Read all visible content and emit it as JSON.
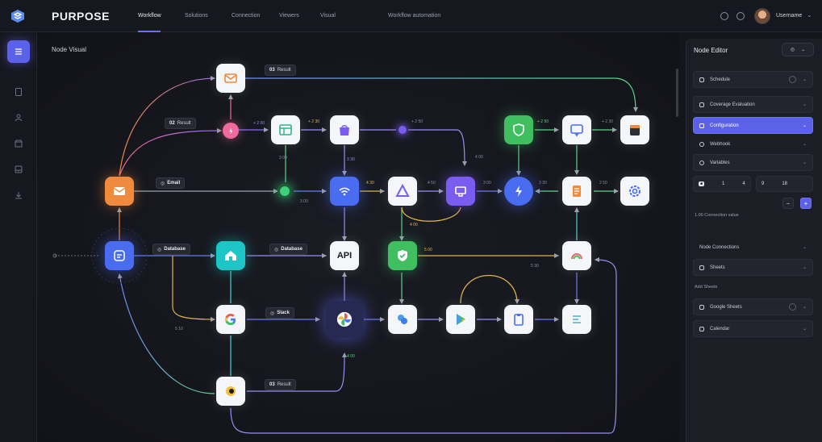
{
  "app": {
    "brand": "PURPOSE",
    "nav": [
      "Workflow",
      "Solutions",
      "Connection",
      "Viewers",
      "Visual",
      "Workflow automation"
    ],
    "user_name": "Username"
  },
  "canvas": {
    "title": "Node Visual",
    "pills": {
      "top_email": "Result",
      "top_email_prefix": "03",
      "trigger": "Result",
      "trigger_prefix": "02",
      "email": "Email",
      "database_left": "Database",
      "database_right": "Database",
      "slack": "Slack",
      "bottom": "Result",
      "bottom_prefix": "03"
    },
    "api_label": "API",
    "edge_labels": {
      "l1": "+ 2 00",
      "l2": "+ 2 30",
      "l3": "+ 2 50",
      "l4": "+ 2 50",
      "l5": "+ 2 30",
      "l6": "3 00",
      "l7": "3 30",
      "l8": "4 00",
      "l9": "3 00",
      "l10": "4 30",
      "l11": "4 50",
      "l12": "3 00",
      "l13": "3 30",
      "l14": "2 50",
      "l15": "4 00",
      "l16": "5 00",
      "l17": "5 30",
      "l18": "5 10",
      "l19": "4 00"
    }
  },
  "panel": {
    "title": "Node Editor",
    "rows": [
      {
        "label": "Schedule"
      },
      {
        "label": "Coverage Evaluation"
      },
      {
        "label": "Configuration",
        "active": true
      },
      {
        "label": "Webhook"
      },
      {
        "label": "Variables"
      }
    ],
    "fields": [
      {
        "a": "1",
        "b": "4"
      },
      {
        "a": "9",
        "b": "18"
      }
    ],
    "field_note": "1.00 Connection value",
    "section_label": "Node Connections",
    "sheets_row": "Sheets",
    "sub_label": "Add Sheets",
    "google_sheets": "Google Sheets",
    "calendar": "Calendar"
  },
  "colors": {
    "accent": "#5b61e8",
    "email_node": "#f08a3c",
    "trigger_node": "#4a6cf0",
    "teal_node": "#1cc6c6",
    "purple_node": "#7b5cf0",
    "green_node": "#3fbf5f"
  }
}
